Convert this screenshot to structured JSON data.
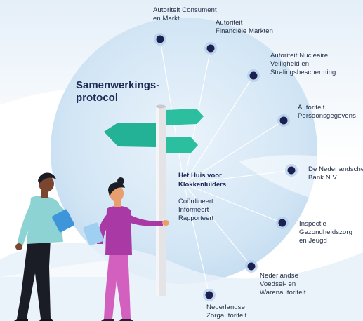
{
  "title": {
    "line1": "Samenwerkings-",
    "line2": "protocol"
  },
  "center": {
    "line1": "Het Huis voor",
    "line2": "Klokkenluiders"
  },
  "actions": [
    "Coördineert",
    "Informeert",
    "Rapporteert"
  ],
  "organizations": [
    {
      "line1": "Autoriteit Consument",
      "line2": "en Markt"
    },
    {
      "line1": "Autoriteit",
      "line2": "Financiële Markten"
    },
    {
      "line1": "Autoriteit Nucleaire",
      "line2": "Veiligheid en",
      "line3": "Stralingsbescherming"
    },
    {
      "line1": "Autoriteit",
      "line2": "Persoonsgegevens"
    },
    {
      "line1": "De Nederlandsche",
      "line2": "Bank N.V."
    },
    {
      "line1": "Inspectie",
      "line2": "Gezondheidszorg",
      "line3": "en Jeugd"
    },
    {
      "line1": "Nederlandse",
      "line2": "Voedsel- en",
      "line3": "Warenautoriteit"
    },
    {
      "line1": "Nederlandse",
      "line2": "Zorgautoriteit"
    }
  ],
  "colors": {
    "circle": "#cfe3f4",
    "node": "#1c2050",
    "node_ring": "#a9c8e6",
    "sign": "#2bbfa0",
    "pole": "#e6e6e8",
    "title": "#1c2a55"
  }
}
